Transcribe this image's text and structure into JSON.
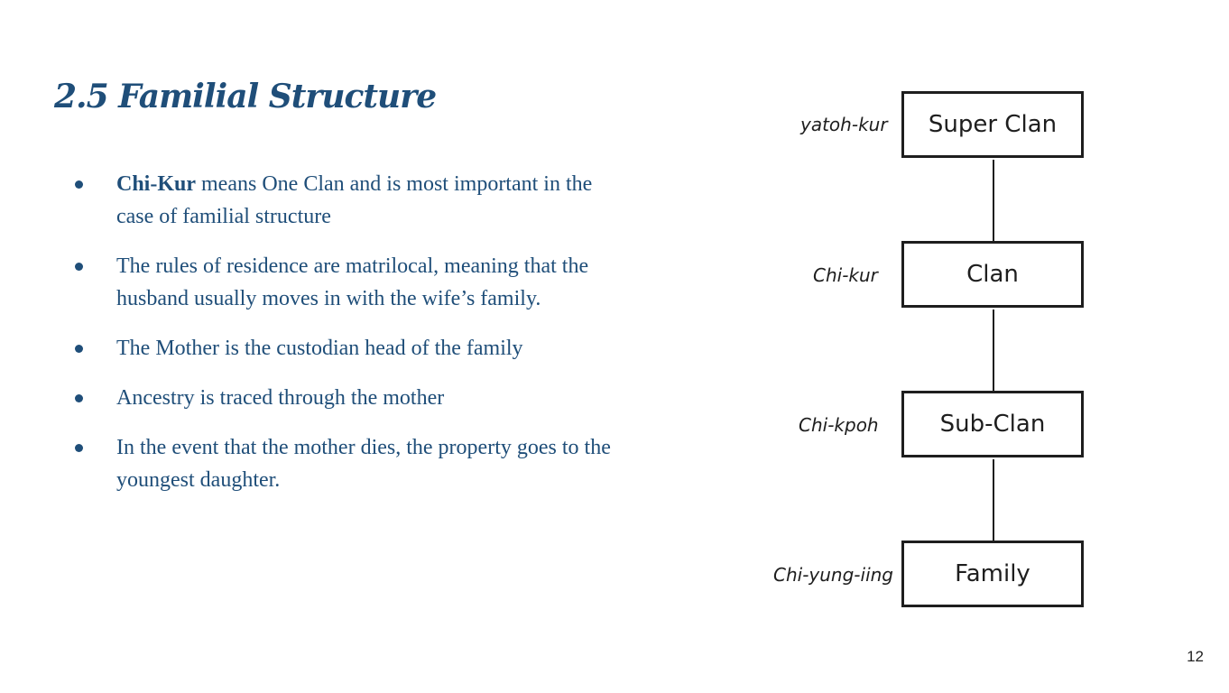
{
  "slide": {
    "title": "2.5 Familial Structure",
    "page_number": "12"
  },
  "bullets": [
    {
      "bold": "Chi-Kur",
      "text": " means One Clan and is most important in the case of familial structure"
    },
    {
      "bold": "",
      "text": "The rules of residence are matrilocal, meaning that the husband usually moves in with the wife’s family."
    },
    {
      "bold": "",
      "text": "The Mother is the custodian head of the family"
    },
    {
      "bold": "",
      "text": "Ancestry is traced through the mother"
    },
    {
      "bold": "",
      "text": "In the event that the mother dies, the property goes to the youngest daughter."
    }
  ],
  "hierarchy": [
    {
      "term": "yatoh-kur",
      "label": "Super Clan"
    },
    {
      "term": "Chi-kur",
      "label": "Clan"
    },
    {
      "term": "Chi-kpoh",
      "label": "Sub-Clan"
    },
    {
      "term": "Chi-yung-iing",
      "label": "Family"
    }
  ],
  "colors": {
    "title": "#1f4e79",
    "body_text": "#1f4e79",
    "diagram_stroke": "#1e1e1e"
  }
}
